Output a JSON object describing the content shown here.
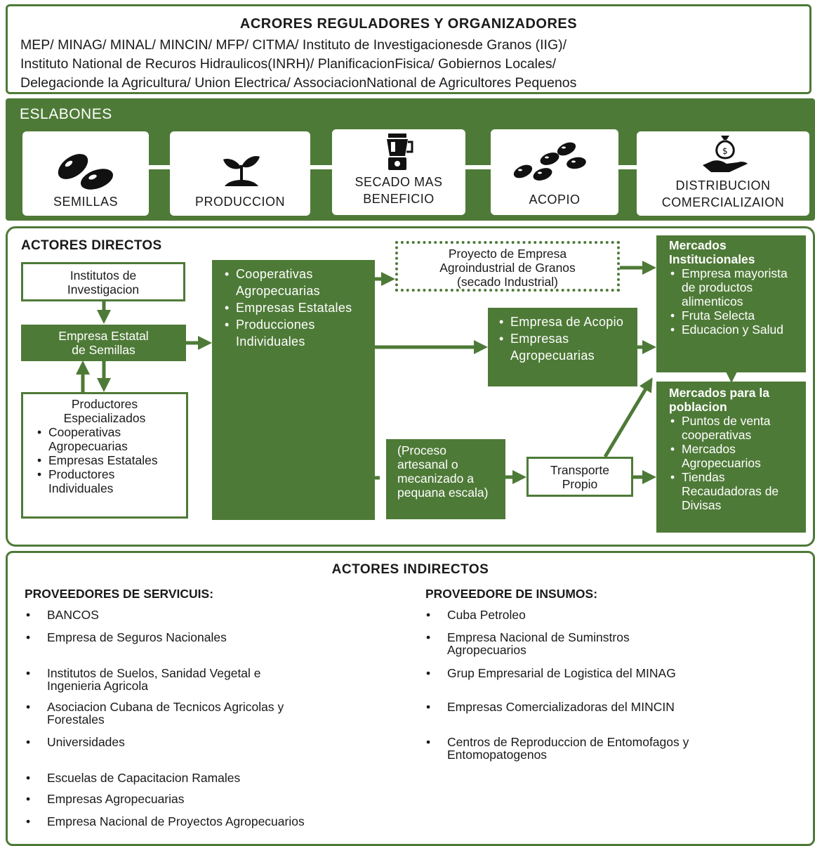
{
  "reguladores": {
    "title": "ACRORES REGULADORES Y ORGANIZADORES",
    "line1": "MEP/ MINAG/ MINAL/ MINCIN/ MFP/ CITMA/ Instituto de Investigacionesde Granos (IIG)/",
    "line2": "Instituto National de Recuros Hidraulicos(INRH)/ PlanificacionFisica/ Gobiernos Locales/",
    "line3": "Delegacionde la Agricultura/ Union Electrica/ AssociacionNational de Agricultores Pequenos"
  },
  "eslabones": {
    "title": "ESLABONES",
    "items": [
      {
        "label": "SEMILLAS",
        "icon": "beans-icon"
      },
      {
        "label": "PRODUCCION",
        "icon": "sprout-icon"
      },
      {
        "label": "SECADO MAS BENEFICIO",
        "line1": "SECADO MAS",
        "line2": "BENEFICIO",
        "icon": "blender-icon"
      },
      {
        "label": "ACOPIO",
        "icon": "beans-pile-icon"
      },
      {
        "label": "DISTRIBUCION COMERCIALIZAION",
        "line1": "DISTRIBUCION",
        "line2": "COMERCIALIZAION",
        "icon": "money-bag-hand-icon"
      }
    ]
  },
  "directos": {
    "title": "ACTORES DIRECTOS",
    "institutos": {
      "line1": "Institutos de",
      "line2": "Investigacion"
    },
    "empresa_semillas": {
      "line1": "Empresa Estatal",
      "line2": "de Semillas"
    },
    "productores": {
      "line1": "Productores",
      "line2": "Especializados",
      "items": [
        "Cooperativas Agropecuarias",
        "Empresas Estatales",
        "Productores Individuales"
      ]
    },
    "produccion_box": {
      "items": [
        "Cooperativas Agropecuarias",
        "Empresas Estatales",
        "Producciones Individuales"
      ]
    },
    "proyecto": {
      "line1": "Proyecto de Empresa",
      "line2": "Agroindustrial de Granos",
      "line3": "(secado Industrial)"
    },
    "acopio_box": {
      "items": [
        "Empresa de Acopio",
        "Empresas Agropecuarias"
      ]
    },
    "proceso": {
      "text": "(Proceso artesanal o mecanizado a pequana escala)"
    },
    "transporte": {
      "line1": "Transporte",
      "line2": "Propio"
    },
    "mercados_inst": {
      "title": "Mercados Institucionales",
      "items": [
        "Empresa mayorista de productos alimenticos",
        "Fruta Selecta",
        "Educacion y Salud"
      ]
    },
    "mercados_pob": {
      "title": "Mercados para la poblacion",
      "items": [
        "Puntos de venta cooperativas",
        "Mercados Agropecuarios",
        "Tiendas Recaudadoras de Divisas"
      ]
    }
  },
  "indirectos": {
    "title": "ACTORES INDIRECTOS",
    "servicios_title": "PROVEEDORES DE SERVICUIS:",
    "insumos_title": "PROVEEDORE DE INSUMOS:",
    "bullet": "•",
    "servicios": [
      {
        "line1": "BANCOS"
      },
      {
        "line1": "Empresa de Seguros Nacionales"
      },
      {
        "line1": "Institutos de Suelos, Sanidad Vegetal e",
        "line2": "Ingenieria Agricola"
      },
      {
        "line1": "Asociacion Cubana de Tecnicos Agricolas y",
        "line2": "Forestales"
      },
      {
        "line1": "Universidades"
      },
      {
        "line1": "Escuelas de Capacitacion Ramales"
      },
      {
        "line1": "Empresas Agropecuarias"
      },
      {
        "line1": "Empresa Nacional de Proyectos Agropecuarios"
      }
    ],
    "insumos": [
      {
        "line1": "Cuba Petroleo"
      },
      {
        "line1": "Empresa Nacional de Suminstros",
        "line2": "Agropecuarios"
      },
      {
        "line1": "Grup Empresarial de Logistica del MINAG"
      },
      {
        "line1": "Empresas Comercializadoras del MINCIN"
      },
      {
        "line1": "Centros de Reproduccion de Entomofagos y",
        "line2": "Entomopatogenos"
      }
    ]
  },
  "colors": {
    "green": "#4e7a37",
    "white": "#ffffff",
    "text": "#1a1a1a"
  }
}
